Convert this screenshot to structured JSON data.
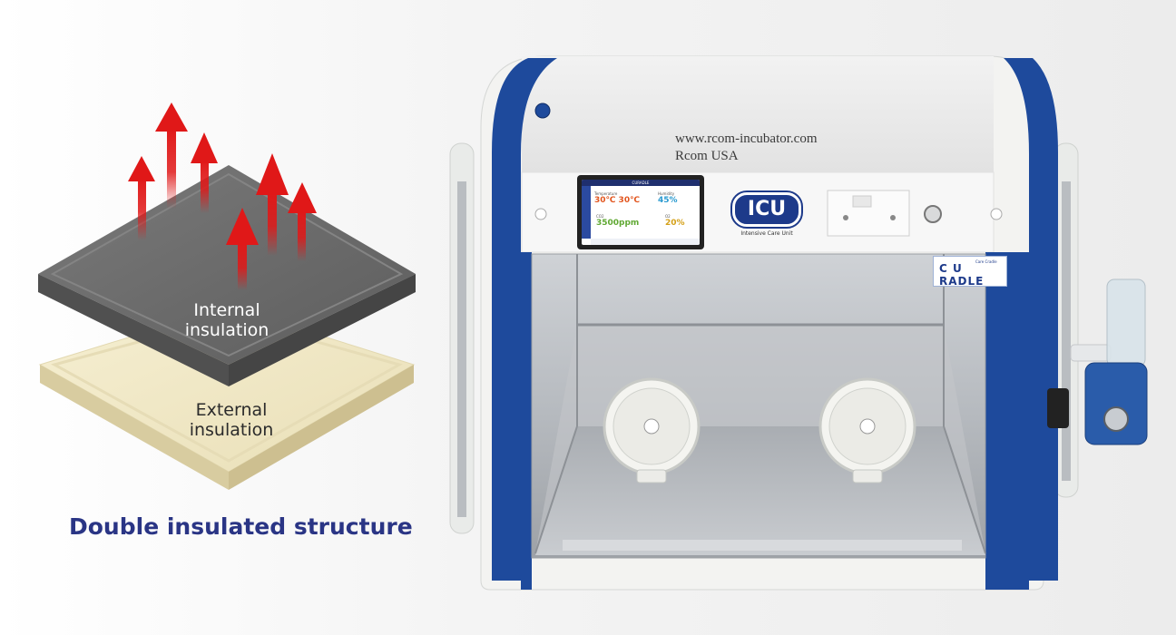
{
  "diagram": {
    "internal_label_line1": "Internal",
    "internal_label_line2": "insulation",
    "external_label_line1": "External",
    "external_label_line2": "insulation",
    "caption": "Double insulated structure"
  },
  "product": {
    "watermark_url": "www.rcom-incubator.com",
    "watermark_company": "Rcom USA",
    "logo_text": "ICU",
    "logo_subtitle": "Intensive Care Unit",
    "badge_brand": "C U RADLE",
    "badge_tagline": "Care Cradle",
    "screen": {
      "header": "CURADLE",
      "temperature_label": "Temperature",
      "temperature_values": "30℃ 30℃",
      "humidity_label": "Humidity",
      "humidity_value": "45%",
      "co2_label": "CO2",
      "co2_value": "3500ppm",
      "o2_label": "O2",
      "o2_value": "20%"
    }
  },
  "colors": {
    "caption": "#2a3585",
    "frame_blue": "#1e4a9c",
    "arrow_red": "#e01818",
    "internal_plate": "#6a6a6a",
    "external_plate": "#efe6c4"
  },
  "icons": {
    "heat_arrows": "up-arrow-icon",
    "glove_ports": "glove-port-icon",
    "power_outlet": "outlet-icon"
  }
}
